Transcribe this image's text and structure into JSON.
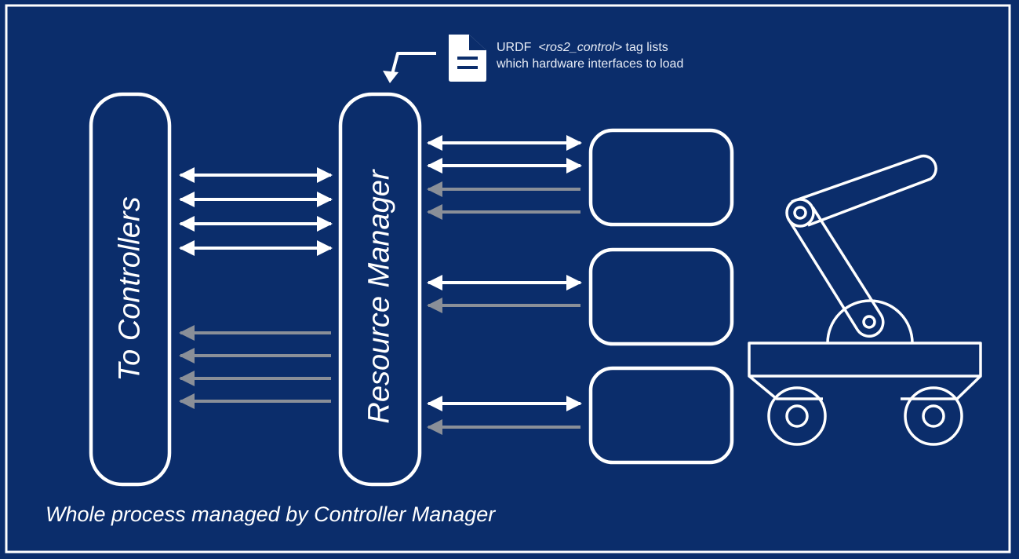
{
  "urdf_note": {
    "prefix": "URDF",
    "tag": "<ros2_control>",
    "line1_suffix": "tag lists",
    "line2": "which hardware interfaces to load"
  },
  "to_controllers_label": "To Controllers",
  "resource_manager_label": "Resource Manager",
  "footer": "Whole process managed by Controller Manager",
  "colors": {
    "background": "#0b2d6b",
    "line": "#ffffff",
    "state_arrow": "#8a8f98"
  },
  "icons": [
    "document-icon",
    "robot-arm-cart-icon"
  ]
}
